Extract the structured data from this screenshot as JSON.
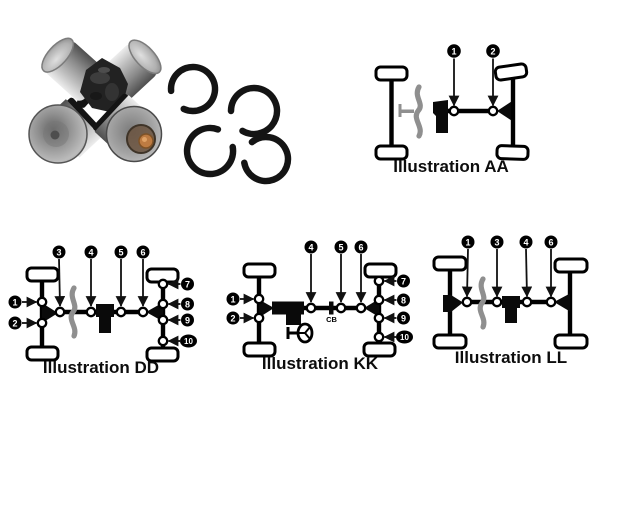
{
  "photo": {
    "description": "Universal joint cross with four bearing caps, grease fitting and four snap rings"
  },
  "illustrations": {
    "aa": {
      "label": "Illustration AA",
      "callouts": [
        "1",
        "2"
      ]
    },
    "dd": {
      "label": "Illustration DD",
      "callouts": [
        "1",
        "2",
        "3",
        "4",
        "5",
        "6",
        "7",
        "8",
        "9",
        "10"
      ]
    },
    "kk": {
      "label": "Illustration KK",
      "callouts": [
        "1",
        "2",
        "4",
        "5",
        "6",
        "7",
        "8",
        "9",
        "10"
      ],
      "center_bearing_label": "CB"
    },
    "ll": {
      "label": "Illustration LL",
      "callouts": [
        "1",
        "3",
        "4",
        "6"
      ]
    }
  },
  "colors": {
    "diagram_line": "#000000",
    "flex_disc": "#8f8f8f",
    "background": "#ffffff",
    "badge_fill": "#000000",
    "badge_text": "#ffffff",
    "snap_ring": "#141414",
    "grease_fitting": "#bd7b42"
  }
}
